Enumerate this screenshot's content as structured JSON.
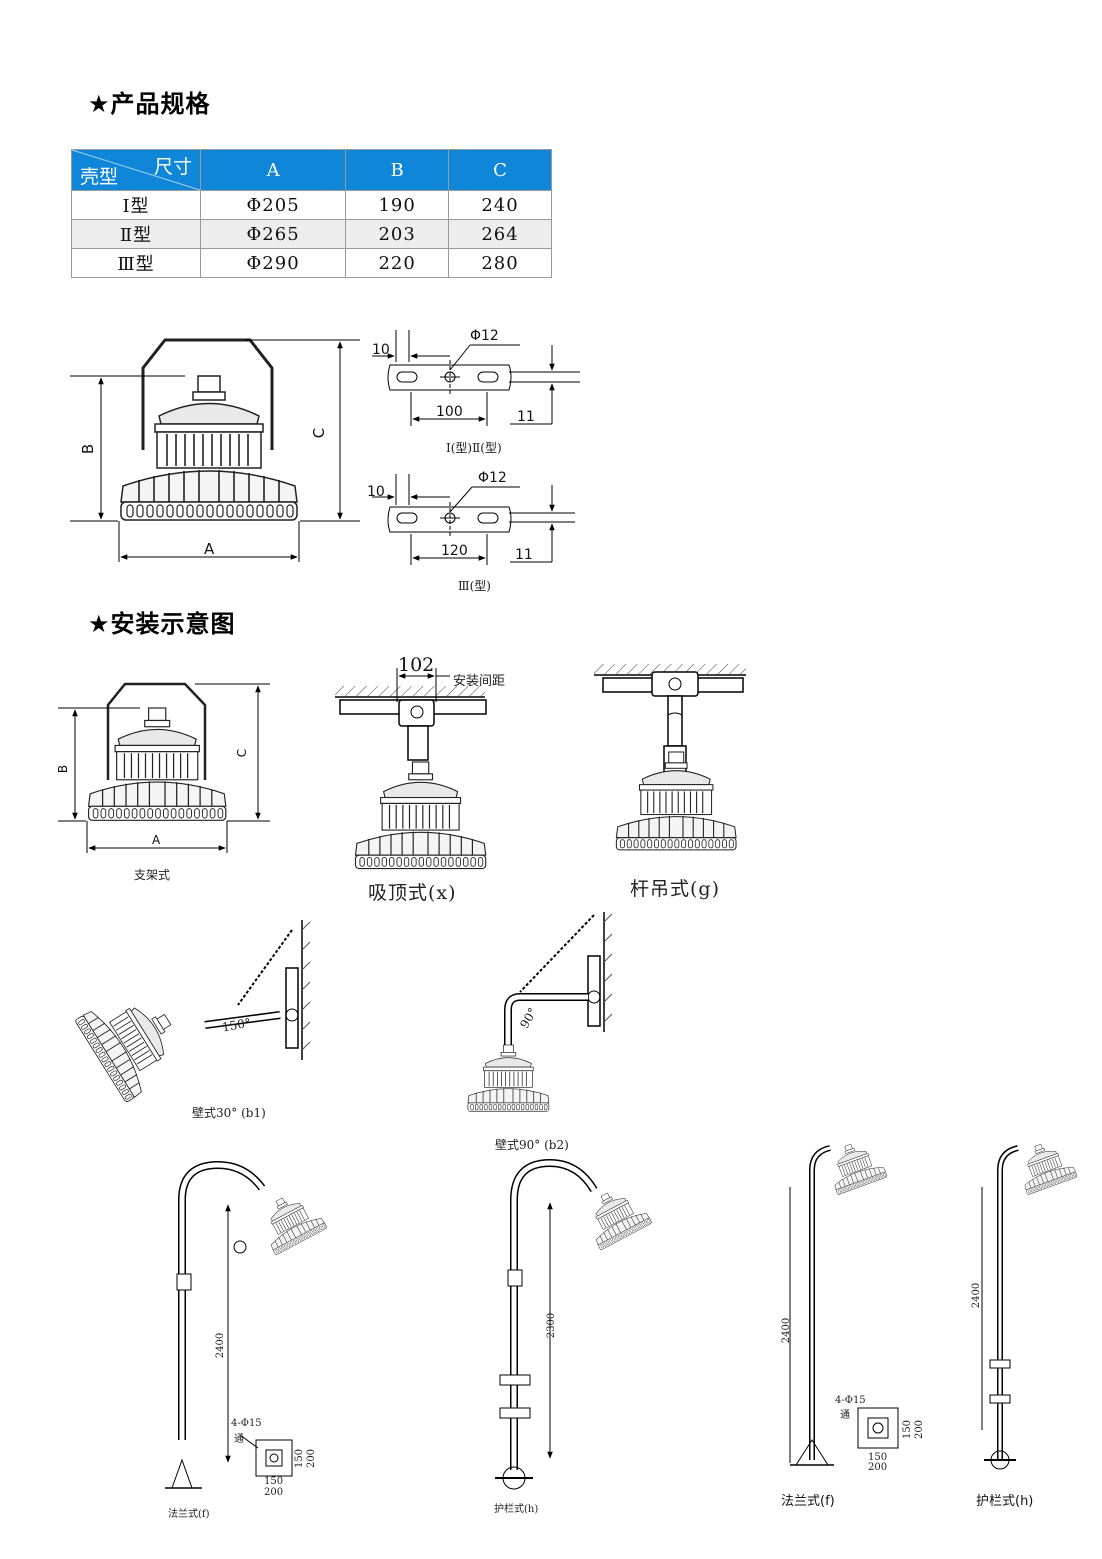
{
  "sections": {
    "spec_title": "★产品规格",
    "install_title": "★安装示意图"
  },
  "table": {
    "corner_top": "尺寸",
    "corner_bottom": "壳型",
    "headers": [
      "A",
      "B",
      "C"
    ],
    "rows": [
      {
        "type": "Ⅰ型",
        "a": "Φ205",
        "b": "190",
        "c": "240"
      },
      {
        "type": "Ⅱ型",
        "a": "Φ265",
        "b": "203",
        "c": "264"
      },
      {
        "type": "Ⅲ型",
        "a": "Φ290",
        "b": "220",
        "c": "280"
      }
    ]
  },
  "dims": {
    "a": "A",
    "b": "B",
    "c": "C",
    "d10": "10",
    "phi12": "Φ12",
    "d100": "100",
    "d120": "120",
    "d11": "11",
    "cap_type12": "Ⅰ(型)Ⅱ(型)",
    "cap_type3": "Ⅲ(型)"
  },
  "install": {
    "bracket": "支架式",
    "ceiling": "吸顶式(x)",
    "ceiling_dim": "102",
    "ceiling_note": "安装间距",
    "pendant": "杆吊式(g)",
    "wall30": "壁式30° (b1)",
    "wall30_angle": "150°",
    "wall90": "壁式90° (b2)",
    "wall90_angle": "90°",
    "flange1": "法兰式(f)",
    "guard1": "护栏式(h)",
    "flange2": "法兰式(f)",
    "guard2": "护栏式(h)",
    "h2400": "2400",
    "h2300": "2300",
    "holes": "4-Φ15",
    "holes_sub": "通",
    "d150": "150",
    "d200": "200"
  }
}
